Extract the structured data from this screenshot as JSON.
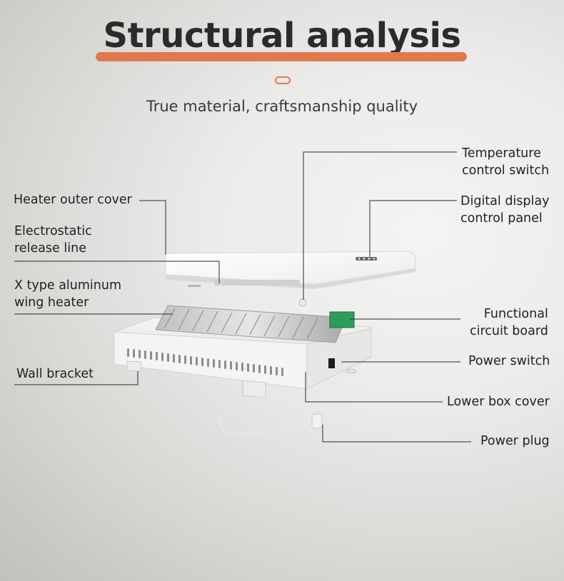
{
  "header": {
    "title": "Structural analysis",
    "subtitle": "True material, craftsmanship quality"
  },
  "labels": {
    "temperature_control_switch": "Temperature\ncontrol switch",
    "digital_display": "Digital display\ncontrol panel",
    "heater_outer_cover": "Heater outer cover",
    "electrostatic_release_line": "Electrostatic\nrelease line",
    "aluminum_wing_heater": "X type aluminum\nwing heater",
    "functional_circuit_board": "Functional\ncircuit board",
    "wall_bracket": "Wall bracket",
    "power_switch": "Power switch",
    "lower_box_cover": "Lower box cover",
    "power_plug": "Power plug"
  },
  "colors": {
    "accent": "#e07a4e",
    "text": "#222222",
    "circuit_board": "#2e9d5a"
  }
}
